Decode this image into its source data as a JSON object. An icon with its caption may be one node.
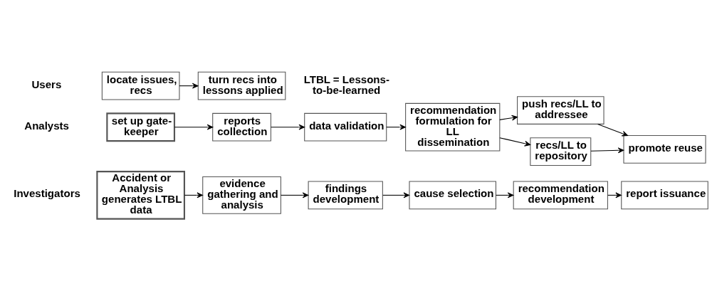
{
  "diagram": {
    "nodes": [
      {
        "text": [
          "Accident or Analysis generates LTBL data"
        ]
      },
      {
        "text": [
          "evidence gathering and analysis"
        ]
      },
      {
        "text": [
          "findings development"
        ]
      },
      {
        "text": [
          "cause selection"
        ]
      },
      {
        "text": [
          "recommendation development"
        ]
      },
      {
        "text": [
          "report issuance"
        ]
      },
      {
        "text": [
          "set up gate-keeper"
        ]
      },
      {
        "text": [
          "reports collection"
        ]
      },
      {
        "text": [
          "data validation"
        ]
      },
      {
        "text": [
          "recommendation formulation for LL dissemination"
        ]
      },
      {
        "text": [
          "push recs/LL to addressee"
        ]
      },
      {
        "text": [
          "recs/LL to repository"
        ]
      },
      {
        "text": [
          "promote reuse"
        ]
      },
      {
        "text": [
          "locate issues, recs"
        ]
      },
      {
        "text": [
          "turn recs into lessons applied"
        ]
      }
    ],
    "edges": [
      {
        "from": 0,
        "to": 1,
        "arrow": "to"
      },
      {
        "from": 1,
        "to": 2,
        "arrow": "to"
      },
      {
        "from": 2,
        "to": 3,
        "arrow": "to"
      },
      {
        "from": 3,
        "to": 4,
        "arrow": "to"
      },
      {
        "from": 4,
        "to": 5,
        "arrow": "to"
      },
      {
        "from": 6,
        "to": 7,
        "arrow": "to"
      },
      {
        "from": 7,
        "to": 8,
        "arrow": "to"
      },
      {
        "from": 8,
        "to": 9,
        "arrow": "to"
      },
      {
        "from": 9,
        "to": 10,
        "arrow": "to"
      },
      {
        "from": 9,
        "to": 11,
        "arrow": "to"
      },
      {
        "from": 10,
        "to": 12,
        "arrow": "to"
      },
      {
        "from": 11,
        "to": 12,
        "arrow": "to"
      },
      {
        "from": 13,
        "to": 14,
        "arrow": "to"
      }
    ],
    "labels": [
      "Investigators",
      "Analysts",
      "Users",
      "LTBL = Lessons-to-be-learned"
    ]
  }
}
